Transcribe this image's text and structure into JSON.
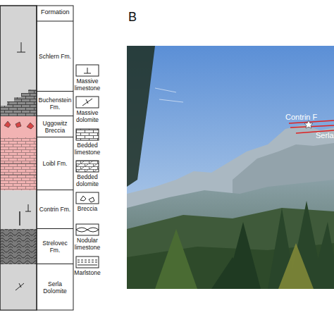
{
  "diagram": {
    "nodes": [
      {
        "text": [
          "Schlern Fm."
        ]
      },
      {
        "text": [
          "Buchenstein Fm."
        ]
      },
      {
        "text": [
          "Uggowitz Breccia"
        ]
      },
      {
        "text": [
          "Loibl Fm."
        ]
      },
      {
        "text": [
          "Contrin Fm."
        ]
      },
      {
        "text": [
          "Strelovec Fm."
        ]
      },
      {
        "text": [
          "Serla Dolomite"
        ]
      }
    ],
    "labels": [
      "Formation",
      "B",
      "Contrin F",
      "Serla"
    ],
    "legend": [
      {
        "text": "Massive limestone"
      },
      {
        "text": "Massive dolomite"
      },
      {
        "text": "Bedded limestone"
      },
      {
        "text": "Bedded dolomite"
      },
      {
        "text": "Breccia"
      },
      {
        "text": "Nodular limestone"
      },
      {
        "text": "Marlstone"
      }
    ]
  }
}
